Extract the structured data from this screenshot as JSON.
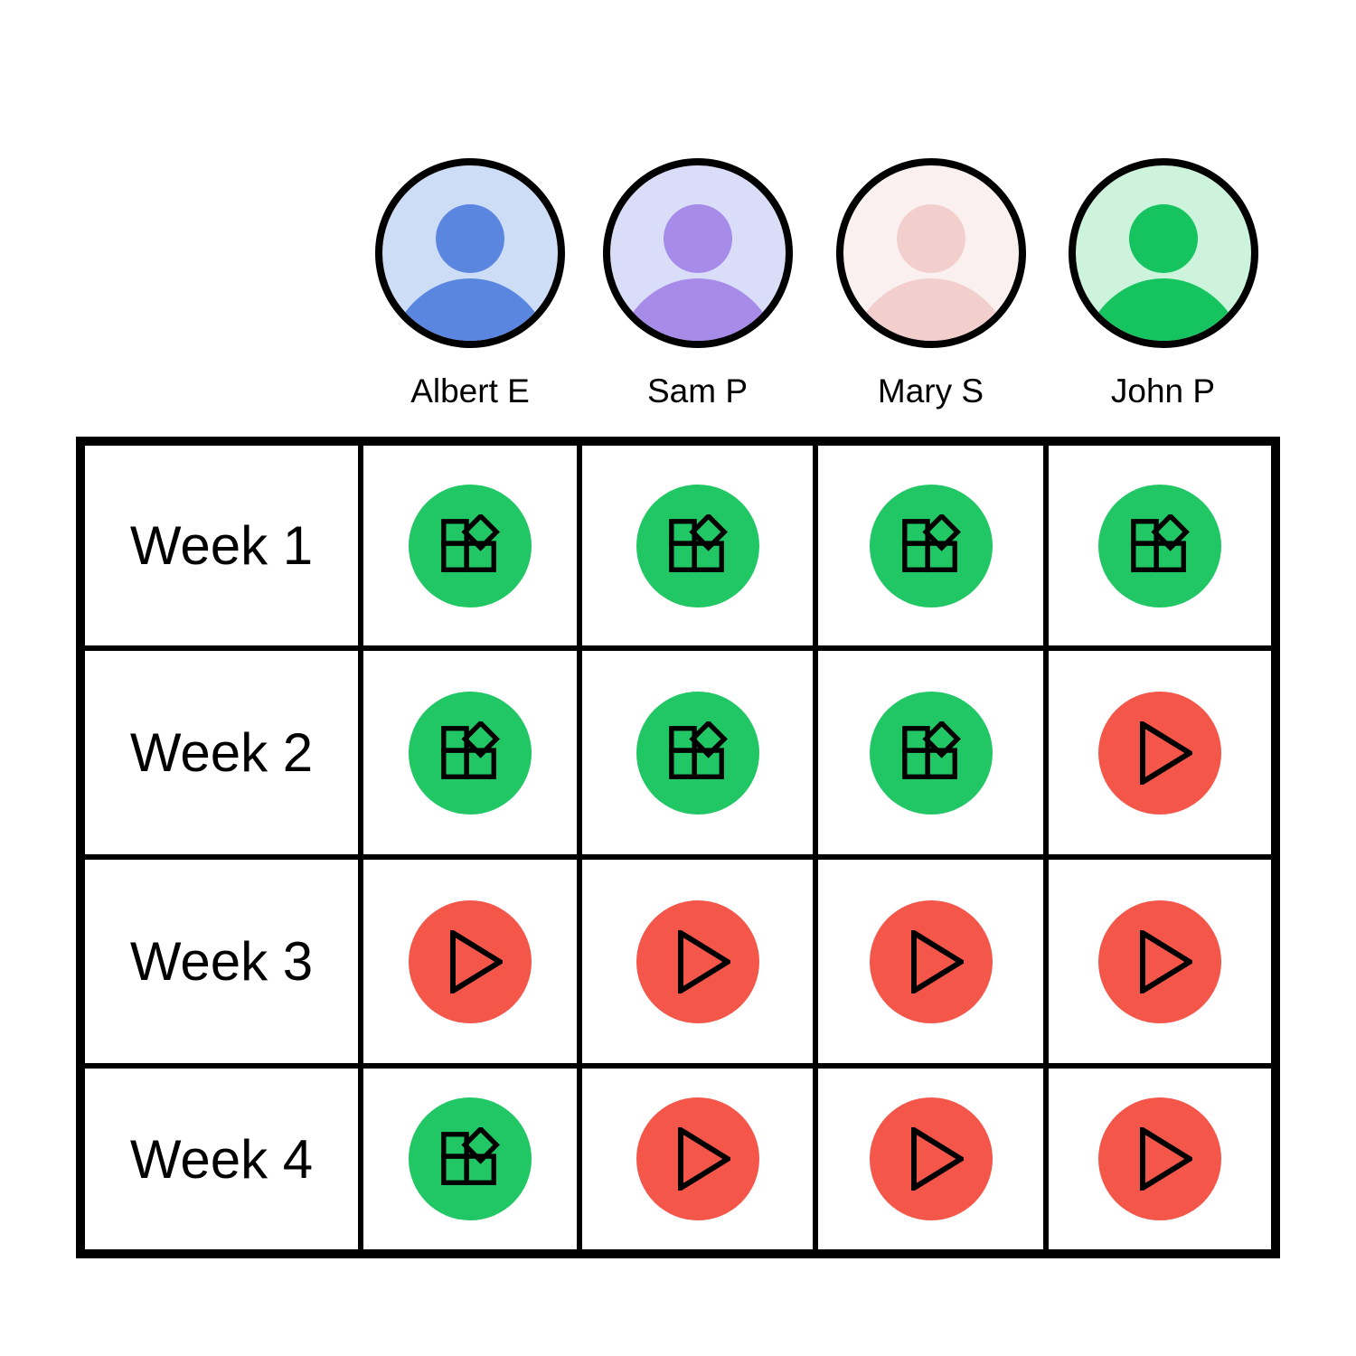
{
  "people": [
    {
      "name": "Albert E",
      "avatar_fg": "#5b86e0",
      "avatar_bg": "#cdddf5"
    },
    {
      "name": "Sam P",
      "avatar_fg": "#a78be8",
      "avatar_bg": "#d9ddf8"
    },
    {
      "name": "Mary S",
      "avatar_fg": "#f2cfcc",
      "avatar_bg": "#faf0ef"
    },
    {
      "name": "John P",
      "avatar_fg": "#16c45f",
      "avatar_bg": "#cdf3dc"
    }
  ],
  "weeks": [
    {
      "label": "Week 1",
      "statuses": [
        "blocks",
        "blocks",
        "blocks",
        "blocks"
      ]
    },
    {
      "label": "Week 2",
      "statuses": [
        "blocks",
        "blocks",
        "blocks",
        "play"
      ]
    },
    {
      "label": "Week 3",
      "statuses": [
        "play",
        "play",
        "play",
        "play"
      ]
    },
    {
      "label": "Week 4",
      "statuses": [
        "blocks",
        "play",
        "play",
        "play"
      ]
    }
  ],
  "status_styles": {
    "blocks": {
      "icon": "blocks-icon",
      "color": "#21c764"
    },
    "play": {
      "icon": "play-icon",
      "color": "#f4564a"
    }
  }
}
